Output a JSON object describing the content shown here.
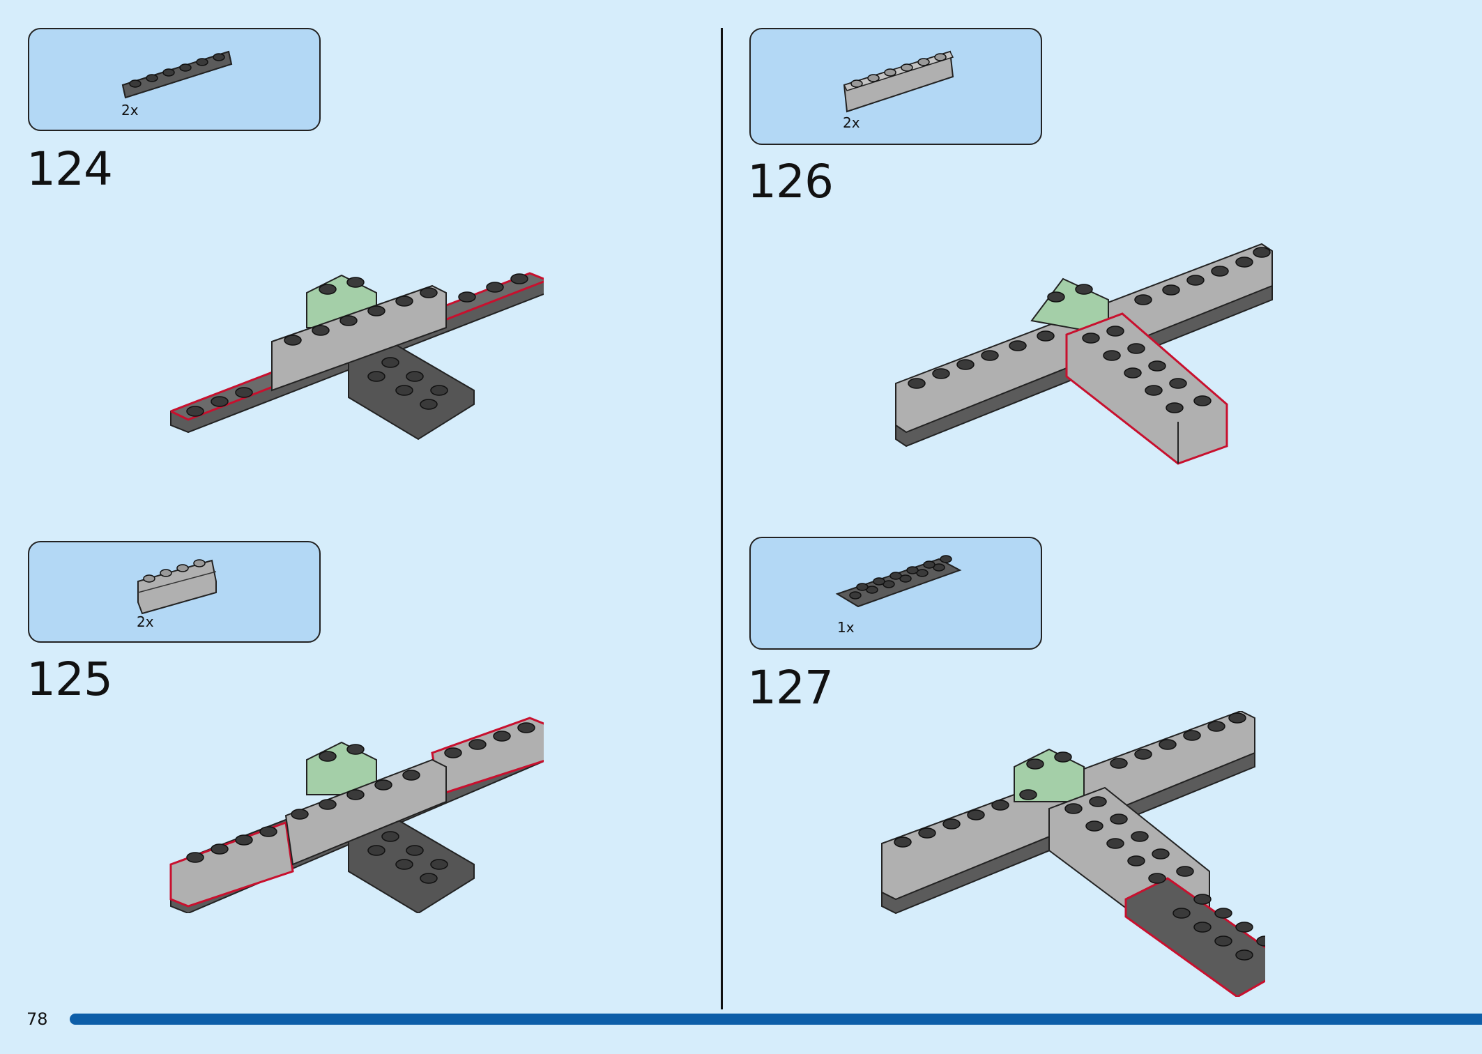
{
  "page": {
    "number": "78"
  },
  "colors": {
    "background": "#d6edfb",
    "parts_box": "#b3d8f5",
    "dark_grey": "#5b5b5b",
    "light_grey": "#b0b0b0",
    "sand_green": "#a4cfa8",
    "highlight": "#c8102e",
    "progress_bar": "#0d5ea8"
  },
  "steps": [
    {
      "number": "124",
      "part_qty": "2x",
      "part": "dark-grey-plate-1x6"
    },
    {
      "number": "125",
      "part_qty": "2x",
      "part": "light-grey-masonry-brick-1x4"
    },
    {
      "number": "126",
      "part_qty": "2x",
      "part": "light-grey-brick-1x6"
    },
    {
      "number": "127",
      "part_qty": "1x",
      "part": "dark-grey-plate-2x6"
    }
  ]
}
